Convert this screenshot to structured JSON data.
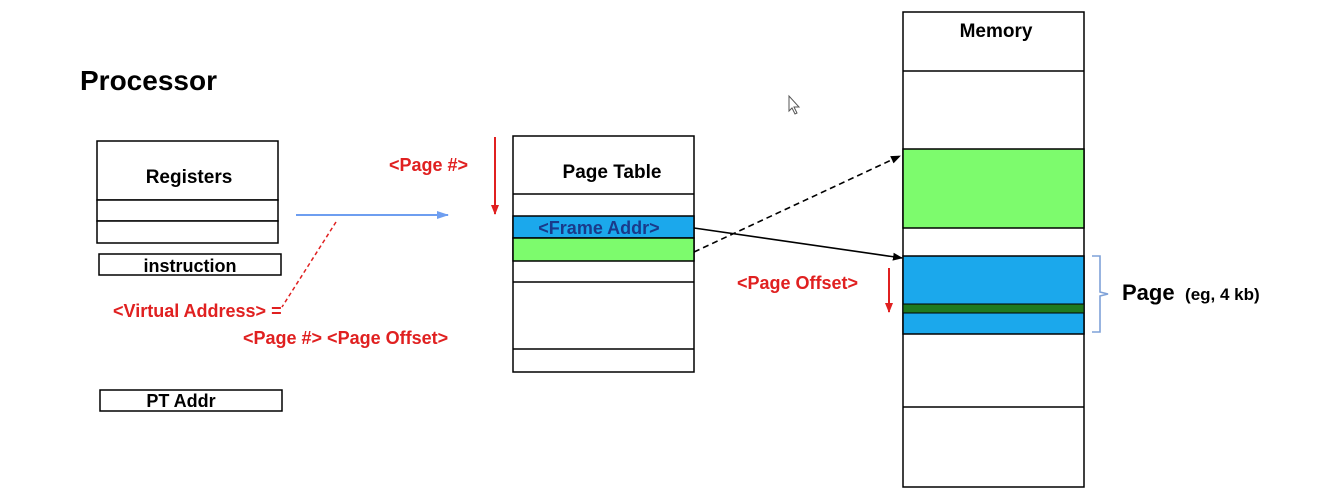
{
  "processor": {
    "title": "Processor",
    "registers_label": "Registers",
    "instruction_label": "instruction",
    "pt_addr_label": "PT Addr"
  },
  "annotations": {
    "virtual_address_line1": "<Virtual Address> =",
    "virtual_address_line2": "<Page #> <Page Offset>",
    "page_number": "<Page #>",
    "page_offset": "<Page Offset>"
  },
  "page_table": {
    "title": "Page Table",
    "frame_addr_label": "<Frame Addr>"
  },
  "memory": {
    "title": "Memory"
  },
  "page_label": {
    "main": "Page",
    "note": "(eg, 4 kb)"
  },
  "colors": {
    "red_text": "#e02020",
    "blue_fill": "#1ba8ec",
    "green_fill": "#7dfb6d",
    "dark_green": "#1f7a1f",
    "arrow_blue": "#6e9ef0",
    "frame_text": "#1a3a8a",
    "bracket_blue": "#7fa2d8"
  }
}
